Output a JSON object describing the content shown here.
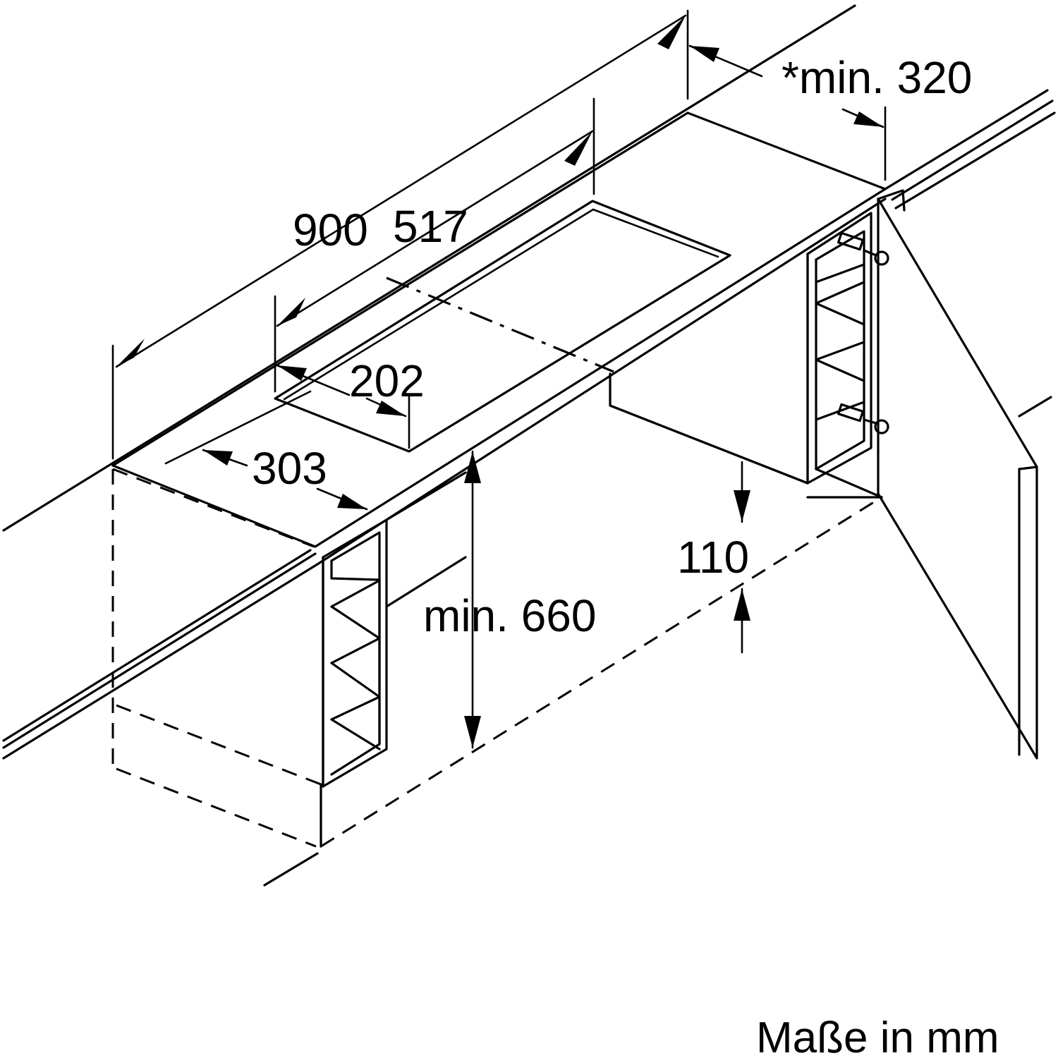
{
  "dimensions": {
    "cabinet_width": "900",
    "cutout_length": "517",
    "cutout_width": "202",
    "cutout_offset_front": "303",
    "clearance_rear": "*min. 320",
    "height_min": "min. 660",
    "plinth_gap": "110"
  },
  "units_note": "Maße in mm"
}
